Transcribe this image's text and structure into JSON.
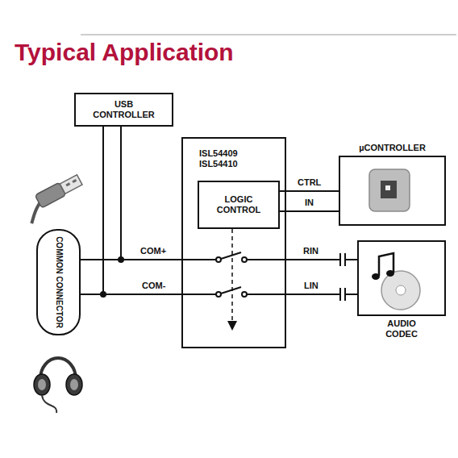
{
  "diagram": {
    "title": "Typical Application",
    "nodes": [
      {
        "text": [
          "USB CONTROLLER"
        ]
      },
      {
        "text": [
          "ISL54409 ISL54410"
        ]
      },
      {
        "text": [
          "LOGIC CONTROL"
        ],
        "in": 1
      },
      {
        "text": [
          "µCONTROLLER"
        ]
      },
      {
        "text": [
          "COMMON CONNECTOR"
        ]
      },
      {
        "text": [
          "AUDIO CODEC"
        ]
      }
    ],
    "edges": [
      {
        "from": 2,
        "to": 3,
        "arrow": "none",
        "label": "CTRL"
      },
      {
        "from": 2,
        "to": 3,
        "arrow": "none",
        "label": "IN"
      },
      {
        "from": 4,
        "to": 1,
        "arrow": "none",
        "label": "COM+"
      },
      {
        "from": 4,
        "to": 1,
        "arrow": "none",
        "label": "COM-"
      },
      {
        "from": 1,
        "to": 5,
        "arrow": "none",
        "label": "RIN"
      },
      {
        "from": 1,
        "to": 5,
        "arrow": "none",
        "label": "LIN"
      },
      {
        "from": 0,
        "to": 4,
        "arrow": "none"
      },
      {
        "from": 0,
        "to": 1,
        "arrow": "none"
      },
      {
        "from": 0,
        "to": 4,
        "arrow": "none"
      },
      {
        "from": 0,
        "to": 1,
        "arrow": "none"
      }
    ]
  }
}
